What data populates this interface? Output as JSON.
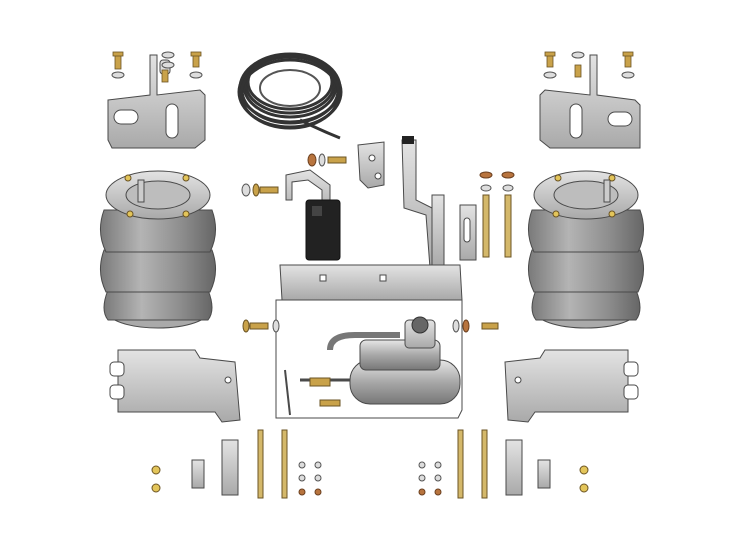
{
  "image": {
    "description_items": [
      "air-spring-left",
      "air-spring-right",
      "upper-bracket-left",
      "upper-bracket-right",
      "lower-bracket-left",
      "lower-bracket-right",
      "air-hose-coil",
      "compressor-assembly",
      "compressor-mount-plate",
      "mounting-hardware"
    ]
  },
  "colors": {
    "metal": "#c9c9c9",
    "metal_dark": "#8e8e8e",
    "rubber": "#9a9a9a",
    "rubber_dark": "#6b6b6b",
    "hose": "#3a3a3a",
    "brass": "#c9a24a",
    "copper": "#b8743e",
    "outline": "#4a4a4a",
    "black_part": "#222222"
  }
}
